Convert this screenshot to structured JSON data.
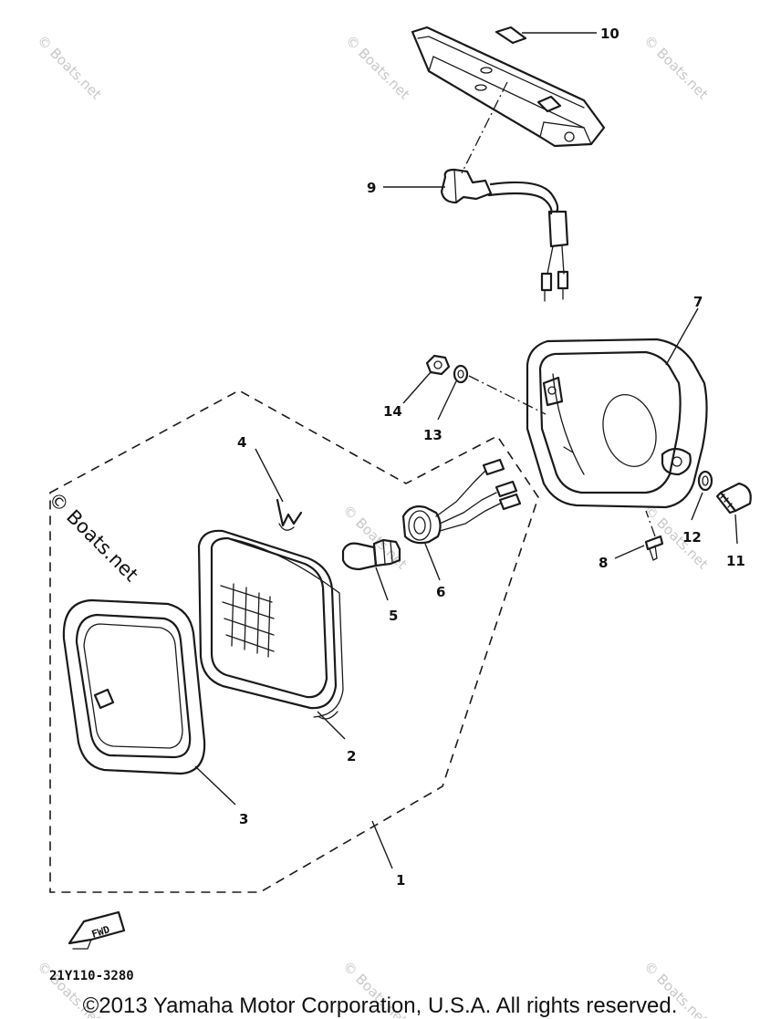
{
  "callouts": {
    "p1": "1",
    "p2": "2",
    "p3": "3",
    "p4": "4",
    "p5": "5",
    "p6": "6",
    "p7": "7",
    "p8": "8",
    "p9": "9",
    "p10": "10",
    "p11": "11",
    "p12": "12",
    "p13": "13",
    "p14": "14"
  },
  "fwd_label": "FWD",
  "diagram_code": "21Y110-3280",
  "watermarks": {
    "small": "© Boats.net",
    "large": "© Boats.net"
  },
  "copyright": "©2013 Yamaha Motor Corporation, U.S.A. All rights reserved."
}
